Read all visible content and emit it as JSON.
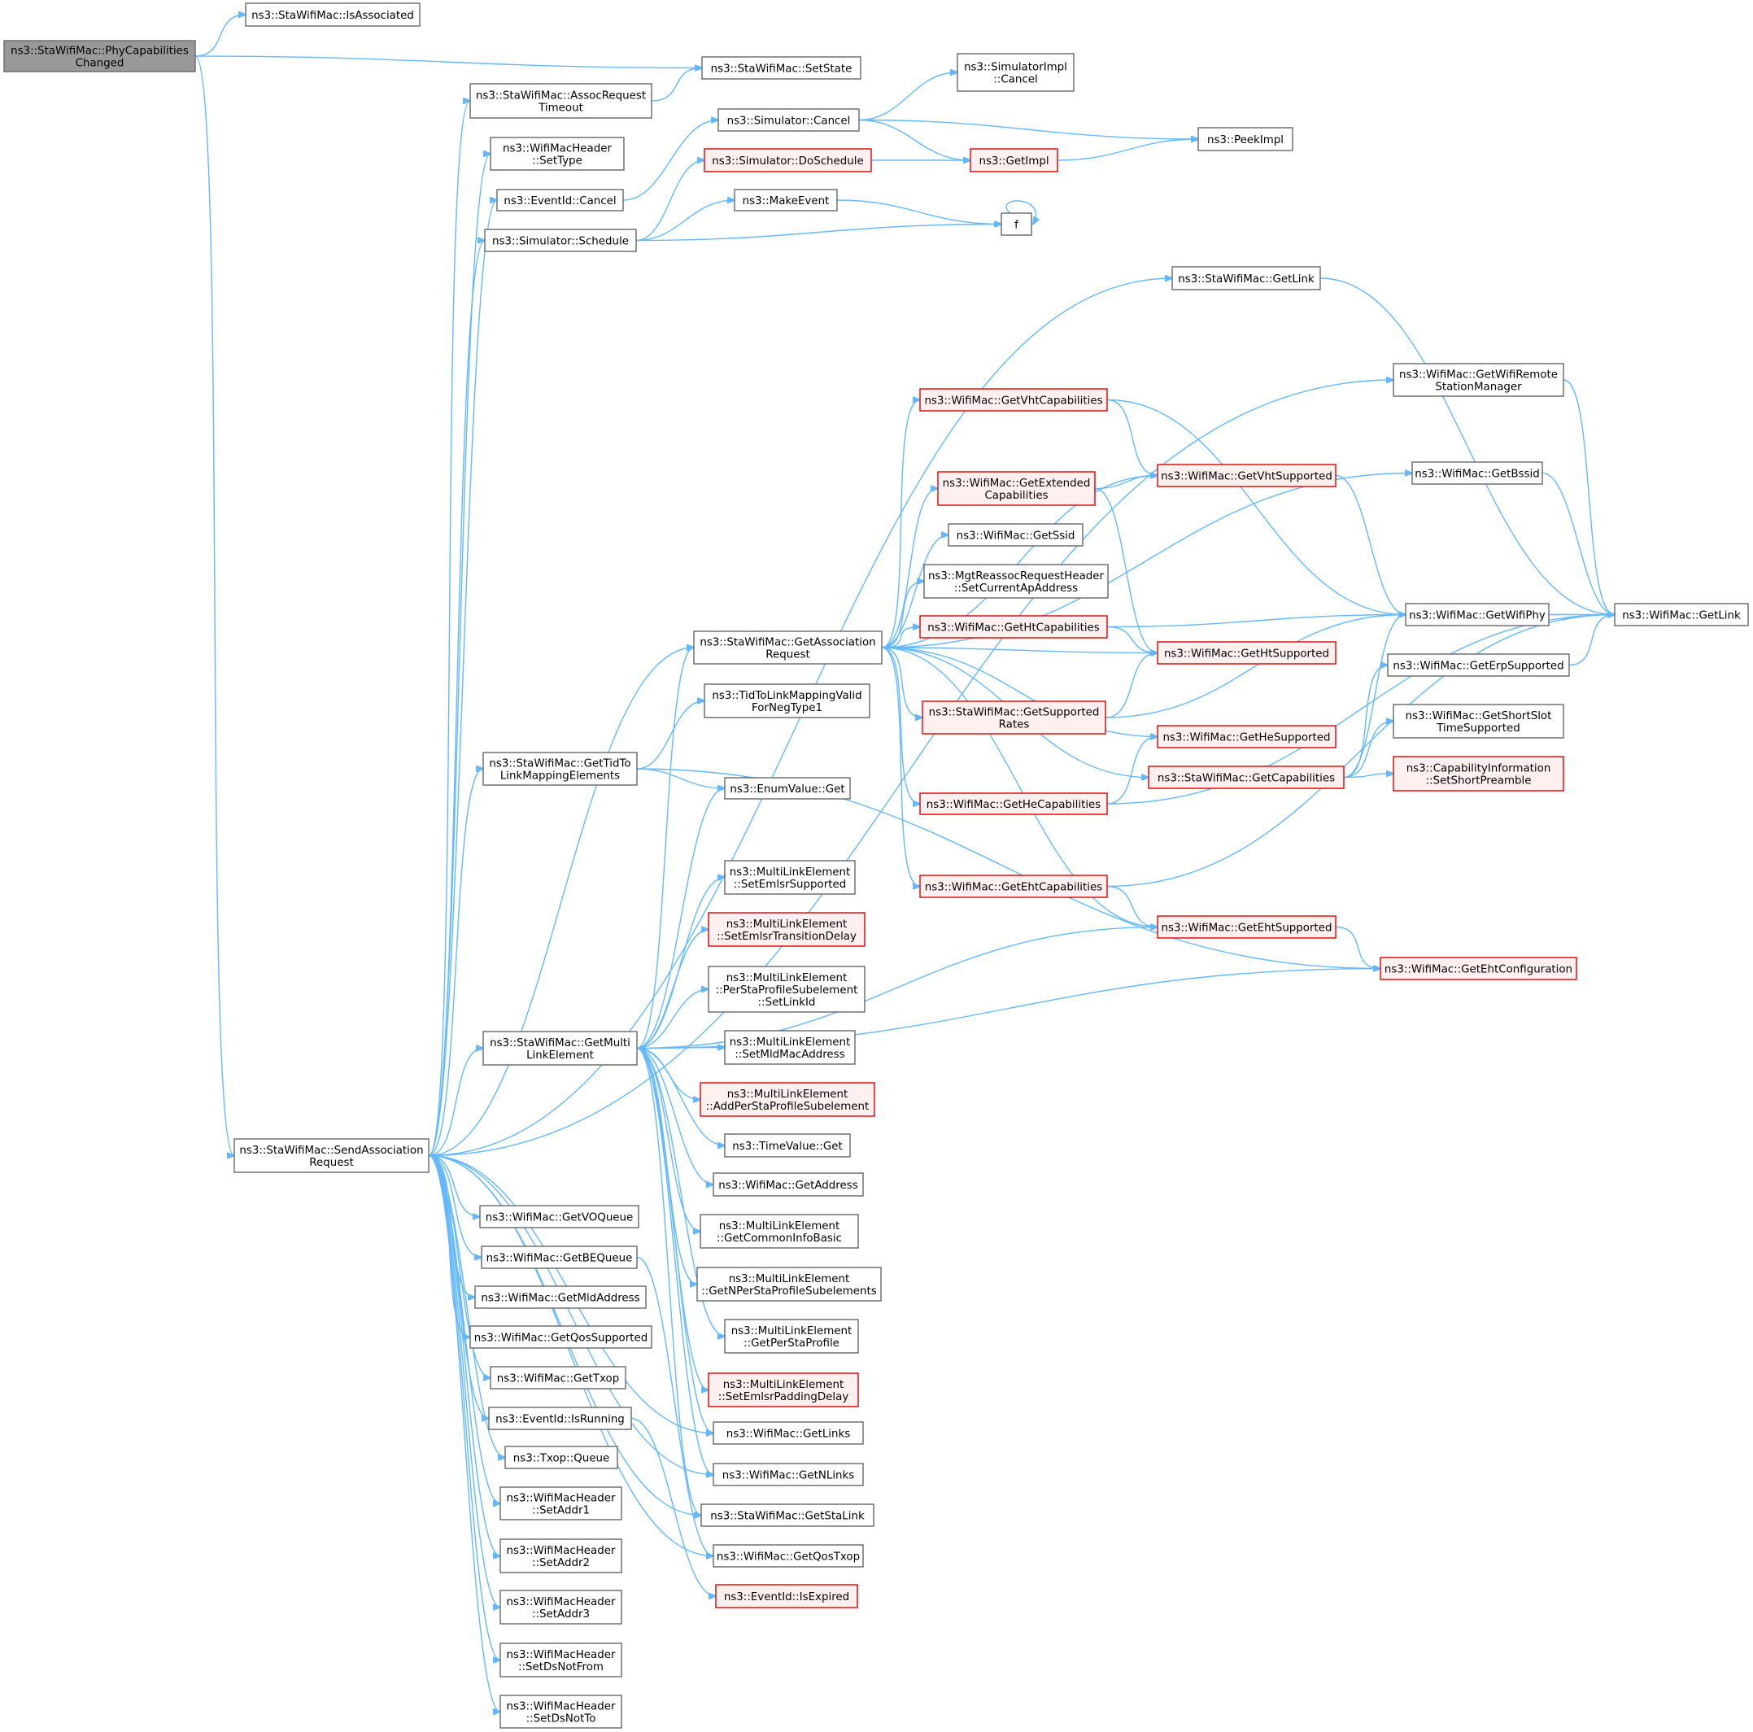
{
  "diagram": {
    "nodes": [
      {
        "id": "root",
        "lines": [
          "ns3::StaWifiMac::PhyCapabilities",
          "Changed"
        ],
        "style": "root"
      },
      {
        "id": "isAssociated",
        "lines": [
          "ns3::StaWifiMac::IsAssociated"
        ],
        "style": "normal"
      },
      {
        "id": "setState",
        "lines": [
          "ns3::StaWifiMac::SetState"
        ],
        "style": "normal"
      },
      {
        "id": "assocReqTimeout",
        "lines": [
          "ns3::StaWifiMac::AssocRequest",
          "Timeout"
        ],
        "style": "normal"
      },
      {
        "id": "simImplCancel",
        "lines": [
          "ns3::SimulatorImpl",
          "::Cancel"
        ],
        "style": "normal"
      },
      {
        "id": "simCancel",
        "lines": [
          "ns3::Simulator::Cancel"
        ],
        "style": "normal"
      },
      {
        "id": "peekImpl",
        "lines": [
          "ns3::PeekImpl"
        ],
        "style": "normal"
      },
      {
        "id": "hdrSetType",
        "lines": [
          "ns3::WifiMacHeader",
          "::SetType"
        ],
        "style": "normal"
      },
      {
        "id": "simDoSchedule",
        "lines": [
          "ns3::Simulator::DoSchedule"
        ],
        "style": "red"
      },
      {
        "id": "getImpl",
        "lines": [
          "ns3::GetImpl"
        ],
        "style": "red"
      },
      {
        "id": "eventIdCancel",
        "lines": [
          "ns3::EventId::Cancel"
        ],
        "style": "normal"
      },
      {
        "id": "makeEvent",
        "lines": [
          "ns3::MakeEvent"
        ],
        "style": "normal"
      },
      {
        "id": "simSchedule",
        "lines": [
          "ns3::Simulator::Schedule"
        ],
        "style": "normal"
      },
      {
        "id": "f",
        "lines": [
          "f"
        ],
        "style": "normal"
      },
      {
        "id": "staGetLink",
        "lines": [
          "ns3::StaWifiMac::GetLink"
        ],
        "style": "normal"
      },
      {
        "id": "getRemoteStationMgr",
        "lines": [
          "ns3::WifiMac::GetWifiRemote",
          "StationManager"
        ],
        "style": "normal"
      },
      {
        "id": "getVhtCaps",
        "lines": [
          "ns3::WifiMac::GetVhtCapabilities"
        ],
        "style": "red"
      },
      {
        "id": "getBssid",
        "lines": [
          "ns3::WifiMac::GetBssid"
        ],
        "style": "normal"
      },
      {
        "id": "getExtCaps",
        "lines": [
          "ns3::WifiMac::GetExtended",
          "Capabilities"
        ],
        "style": "red"
      },
      {
        "id": "getVhtSupported",
        "lines": [
          "ns3::WifiMac::GetVhtSupported"
        ],
        "style": "red"
      },
      {
        "id": "getSsid",
        "lines": [
          "ns3::WifiMac::GetSsid"
        ],
        "style": "normal"
      },
      {
        "id": "setCurrentApAddr",
        "lines": [
          "ns3::MgtReassocRequestHeader",
          "::SetCurrentApAddress"
        ],
        "style": "normal"
      },
      {
        "id": "getHtCaps",
        "lines": [
          "ns3::WifiMac::GetHtCapabilities"
        ],
        "style": "red"
      },
      {
        "id": "getWifiPhy",
        "lines": [
          "ns3::WifiMac::GetWifiPhy"
        ],
        "style": "normal"
      },
      {
        "id": "macGetLink",
        "lines": [
          "ns3::WifiMac::GetLink"
        ],
        "style": "normal"
      },
      {
        "id": "getAssocReq",
        "lines": [
          "ns3::StaWifiMac::GetAssociation",
          "Request"
        ],
        "style": "normal"
      },
      {
        "id": "getHtSupported",
        "lines": [
          "ns3::WifiMac::GetHtSupported"
        ],
        "style": "red"
      },
      {
        "id": "getErpSupported",
        "lines": [
          "ns3::WifiMac::GetErpSupported"
        ],
        "style": "normal"
      },
      {
        "id": "tidNegType1",
        "lines": [
          "ns3::TidToLinkMappingValid",
          "ForNegType1"
        ],
        "style": "normal"
      },
      {
        "id": "getSuppRates",
        "lines": [
          "ns3::StaWifiMac::GetSupported",
          "Rates"
        ],
        "style": "red"
      },
      {
        "id": "getShortSlot",
        "lines": [
          "ns3::WifiMac::GetShortSlot",
          "TimeSupported"
        ],
        "style": "normal"
      },
      {
        "id": "getHeSupported",
        "lines": [
          "ns3::WifiMac::GetHeSupported"
        ],
        "style": "red"
      },
      {
        "id": "getTidToLink",
        "lines": [
          "ns3::StaWifiMac::GetTidTo",
          "LinkMappingElements"
        ],
        "style": "normal"
      },
      {
        "id": "getCapabilities",
        "lines": [
          "ns3::StaWifiMac::GetCapabilities"
        ],
        "style": "red"
      },
      {
        "id": "setShortPreamble",
        "lines": [
          "ns3::CapabilityInformation",
          "::SetShortPreamble"
        ],
        "style": "red"
      },
      {
        "id": "enumGet",
        "lines": [
          "ns3::EnumValue::Get"
        ],
        "style": "normal"
      },
      {
        "id": "getHeCaps",
        "lines": [
          "ns3::WifiMac::GetHeCapabilities"
        ],
        "style": "red"
      },
      {
        "id": "setEmlsrSupp",
        "lines": [
          "ns3::MultiLinkElement",
          "::SetEmlsrSupported"
        ],
        "style": "normal"
      },
      {
        "id": "getEhtCaps",
        "lines": [
          "ns3::WifiMac::GetEhtCapabilities"
        ],
        "style": "red"
      },
      {
        "id": "setEmlsrTransDelay",
        "lines": [
          "ns3::MultiLinkElement",
          "::SetEmlsrTransitionDelay"
        ],
        "style": "red"
      },
      {
        "id": "getEhtSupported",
        "lines": [
          "ns3::WifiMac::GetEhtSupported"
        ],
        "style": "red"
      },
      {
        "id": "getEhtConfig",
        "lines": [
          "ns3::WifiMac::GetEhtConfiguration"
        ],
        "style": "red"
      },
      {
        "id": "perStaSetLinkId",
        "lines": [
          "ns3::MultiLinkElement",
          "::PerStaProfileSubelement",
          "::SetLinkId"
        ],
        "style": "normal"
      },
      {
        "id": "getMultiLink",
        "lines": [
          "ns3::StaWifiMac::GetMulti",
          "LinkElement"
        ],
        "style": "normal"
      },
      {
        "id": "setMldMacAddr",
        "lines": [
          "ns3::MultiLinkElement",
          "::SetMldMacAddress"
        ],
        "style": "normal"
      },
      {
        "id": "addPerSta",
        "lines": [
          "ns3::MultiLinkElement",
          "::AddPerStaProfileSubelement"
        ],
        "style": "red"
      },
      {
        "id": "timeValueGet",
        "lines": [
          "ns3::TimeValue::Get"
        ],
        "style": "normal"
      },
      {
        "id": "sendAssocReq",
        "lines": [
          "ns3::StaWifiMac::SendAssociation",
          "Request"
        ],
        "style": "normal"
      },
      {
        "id": "getAddress",
        "lines": [
          "ns3::WifiMac::GetAddress"
        ],
        "style": "normal"
      },
      {
        "id": "getVOQueue",
        "lines": [
          "ns3::WifiMac::GetVOQueue"
        ],
        "style": "normal"
      },
      {
        "id": "getCommonInfo",
        "lines": [
          "ns3::MultiLinkElement",
          "::GetCommonInfoBasic"
        ],
        "style": "normal"
      },
      {
        "id": "getBEQueue",
        "lines": [
          "ns3::WifiMac::GetBEQueue"
        ],
        "style": "normal"
      },
      {
        "id": "getNPerSta",
        "lines": [
          "ns3::MultiLinkElement",
          "::GetNPerStaProfileSubelements"
        ],
        "style": "normal"
      },
      {
        "id": "getMldAddress",
        "lines": [
          "ns3::WifiMac::GetMldAddress"
        ],
        "style": "normal"
      },
      {
        "id": "getPerSta",
        "lines": [
          "ns3::MultiLinkElement",
          "::GetPerStaProfile"
        ],
        "style": "normal"
      },
      {
        "id": "getQosSupported",
        "lines": [
          "ns3::WifiMac::GetQosSupported"
        ],
        "style": "normal"
      },
      {
        "id": "getTxop",
        "lines": [
          "ns3::WifiMac::GetTxop"
        ],
        "style": "normal"
      },
      {
        "id": "setEmlsrPadding",
        "lines": [
          "ns3::MultiLinkElement",
          "::SetEmlsrPaddingDelay"
        ],
        "style": "red"
      },
      {
        "id": "isRunning",
        "lines": [
          "ns3::EventId::IsRunning"
        ],
        "style": "normal"
      },
      {
        "id": "getLinks",
        "lines": [
          "ns3::WifiMac::GetLinks"
        ],
        "style": "normal"
      },
      {
        "id": "txopQueue",
        "lines": [
          "ns3::Txop::Queue"
        ],
        "style": "normal"
      },
      {
        "id": "getNLinks",
        "lines": [
          "ns3::WifiMac::GetNLinks"
        ],
        "style": "normal"
      },
      {
        "id": "setAddr1",
        "lines": [
          "ns3::WifiMacHeader",
          "::SetAddr1"
        ],
        "style": "normal"
      },
      {
        "id": "getStaLink",
        "lines": [
          "ns3::StaWifiMac::GetStaLink"
        ],
        "style": "normal"
      },
      {
        "id": "setAddr2",
        "lines": [
          "ns3::WifiMacHeader",
          "::SetAddr2"
        ],
        "style": "normal"
      },
      {
        "id": "getQosTxop",
        "lines": [
          "ns3::WifiMac::GetQosTxop"
        ],
        "style": "normal"
      },
      {
        "id": "isExpired",
        "lines": [
          "ns3::EventId::IsExpired"
        ],
        "style": "red"
      },
      {
        "id": "setAddr3",
        "lines": [
          "ns3::WifiMacHeader",
          "::SetAddr3"
        ],
        "style": "normal"
      },
      {
        "id": "setDsNotFrom",
        "lines": [
          "ns3::WifiMacHeader",
          "::SetDsNotFrom"
        ],
        "style": "normal"
      },
      {
        "id": "setDsNotTo",
        "lines": [
          "ns3::WifiMacHeader",
          "::SetDsNotTo"
        ],
        "style": "normal"
      }
    ],
    "edges": [
      [
        "root",
        "isAssociated"
      ],
      [
        "root",
        "setState"
      ],
      [
        "root",
        "sendAssocReq"
      ],
      [
        "assocReqTimeout",
        "setState"
      ],
      [
        "simCancel",
        "simImplCancel"
      ],
      [
        "simCancel",
        "peekImpl"
      ],
      [
        "simCancel",
        "getImpl"
      ],
      [
        "simDoSchedule",
        "getImpl"
      ],
      [
        "getImpl",
        "peekImpl"
      ],
      [
        "eventIdCancel",
        "simCancel"
      ],
      [
        "simSchedule",
        "simDoSchedule"
      ],
      [
        "simSchedule",
        "makeEvent"
      ],
      [
        "simSchedule",
        "f"
      ],
      [
        "makeEvent",
        "f"
      ],
      [
        "f",
        "f"
      ],
      [
        "staGetLink",
        "macGetLink"
      ],
      [
        "getRemoteStationMgr",
        "macGetLink"
      ],
      [
        "getVhtCaps",
        "getVhtSupported"
      ],
      [
        "getVhtCaps",
        "getWifiPhy"
      ],
      [
        "getBssid",
        "macGetLink"
      ],
      [
        "getExtCaps",
        "getVhtSupported"
      ],
      [
        "getExtCaps",
        "getHtSupported"
      ],
      [
        "getVhtSupported",
        "getWifiPhy"
      ],
      [
        "getHtCaps",
        "getWifiPhy"
      ],
      [
        "getHtCaps",
        "getHtSupported"
      ],
      [
        "getWifiPhy",
        "macGetLink"
      ],
      [
        "getErpSupported",
        "macGetLink"
      ],
      [
        "getSuppRates",
        "getHtSupported"
      ],
      [
        "getSuppRates",
        "getWifiPhy"
      ],
      [
        "getHeCaps",
        "getHeSupported"
      ],
      [
        "getHeCaps",
        "macGetLink"
      ],
      [
        "getCapabilities",
        "getWifiPhy"
      ],
      [
        "getCapabilities",
        "getErpSupported"
      ],
      [
        "getCapabilities",
        "getShortSlot"
      ],
      [
        "getCapabilities",
        "setShortPreamble"
      ],
      [
        "getEhtCaps",
        "getEhtSupported"
      ],
      [
        "getEhtCaps",
        "macGetLink"
      ],
      [
        "getEhtSupported",
        "getEhtConfig"
      ],
      [
        "getAssocReq",
        "getVhtCaps"
      ],
      [
        "getAssocReq",
        "getVhtSupported"
      ],
      [
        "getAssocReq",
        "getExtCaps"
      ],
      [
        "getAssocReq",
        "getSsid"
      ],
      [
        "getAssocReq",
        "setCurrentApAddr"
      ],
      [
        "getAssocReq",
        "getHtCaps"
      ],
      [
        "getAssocReq",
        "getHtSupported"
      ],
      [
        "getAssocReq",
        "getSuppRates"
      ],
      [
        "getAssocReq",
        "getHeSupported"
      ],
      [
        "getAssocReq",
        "getCapabilities"
      ],
      [
        "getAssocReq",
        "getHeCaps"
      ],
      [
        "getAssocReq",
        "getEhtCaps"
      ],
      [
        "getAssocReq",
        "getEhtSupported"
      ],
      [
        "getAssocReq",
        "getBssid"
      ],
      [
        "getTidToLink",
        "tidNegType1"
      ],
      [
        "getTidToLink",
        "enumGet"
      ],
      [
        "getTidToLink",
        "getEhtConfig"
      ],
      [
        "getMultiLink",
        "getAssocReq"
      ],
      [
        "getMultiLink",
        "enumGet"
      ],
      [
        "getMultiLink",
        "setEmlsrSupp"
      ],
      [
        "getMultiLink",
        "setEmlsrTransDelay"
      ],
      [
        "getMultiLink",
        "perStaSetLinkId"
      ],
      [
        "getMultiLink",
        "setMldMacAddr"
      ],
      [
        "getMultiLink",
        "addPerSta"
      ],
      [
        "getMultiLink",
        "timeValueGet"
      ],
      [
        "getMultiLink",
        "getAddress"
      ],
      [
        "getMultiLink",
        "getCommonInfo"
      ],
      [
        "getMultiLink",
        "getNPerSta"
      ],
      [
        "getMultiLink",
        "getPerSta"
      ],
      [
        "getMultiLink",
        "setEmlsrPadding"
      ],
      [
        "getMultiLink",
        "getLinks"
      ],
      [
        "getMultiLink",
        "getNLinks"
      ],
      [
        "getMultiLink",
        "getStaLink"
      ],
      [
        "getMultiLink",
        "getEhtSupported"
      ],
      [
        "getMultiLink",
        "getEhtConfig"
      ],
      [
        "sendAssocReq",
        "assocReqTimeout"
      ],
      [
        "sendAssocReq",
        "hdrSetType"
      ],
      [
        "sendAssocReq",
        "eventIdCancel"
      ],
      [
        "sendAssocReq",
        "simSchedule"
      ],
      [
        "sendAssocReq",
        "staGetLink"
      ],
      [
        "sendAssocReq",
        "getRemoteStationMgr"
      ],
      [
        "sendAssocReq",
        "getAssocReq"
      ],
      [
        "sendAssocReq",
        "getTidToLink"
      ],
      [
        "sendAssocReq",
        "getMultiLink"
      ],
      [
        "sendAssocReq",
        "getVOQueue"
      ],
      [
        "sendAssocReq",
        "getBEQueue"
      ],
      [
        "sendAssocReq",
        "getMldAddress"
      ],
      [
        "sendAssocReq",
        "getQosSupported"
      ],
      [
        "sendAssocReq",
        "getTxop"
      ],
      [
        "sendAssocReq",
        "isRunning"
      ],
      [
        "sendAssocReq",
        "txopQueue"
      ],
      [
        "sendAssocReq",
        "setAddr1"
      ],
      [
        "sendAssocReq",
        "setAddr2"
      ],
      [
        "sendAssocReq",
        "setAddr3"
      ],
      [
        "sendAssocReq",
        "setDsNotFrom"
      ],
      [
        "sendAssocReq",
        "setDsNotTo"
      ],
      [
        "sendAssocReq",
        "getLinks"
      ],
      [
        "sendAssocReq",
        "getNLinks"
      ],
      [
        "sendAssocReq",
        "getQosTxop"
      ],
      [
        "sendAssocReq",
        "getStaLink"
      ],
      [
        "getBEQueue",
        "getQosTxop"
      ],
      [
        "isRunning",
        "isExpired"
      ]
    ]
  }
}
